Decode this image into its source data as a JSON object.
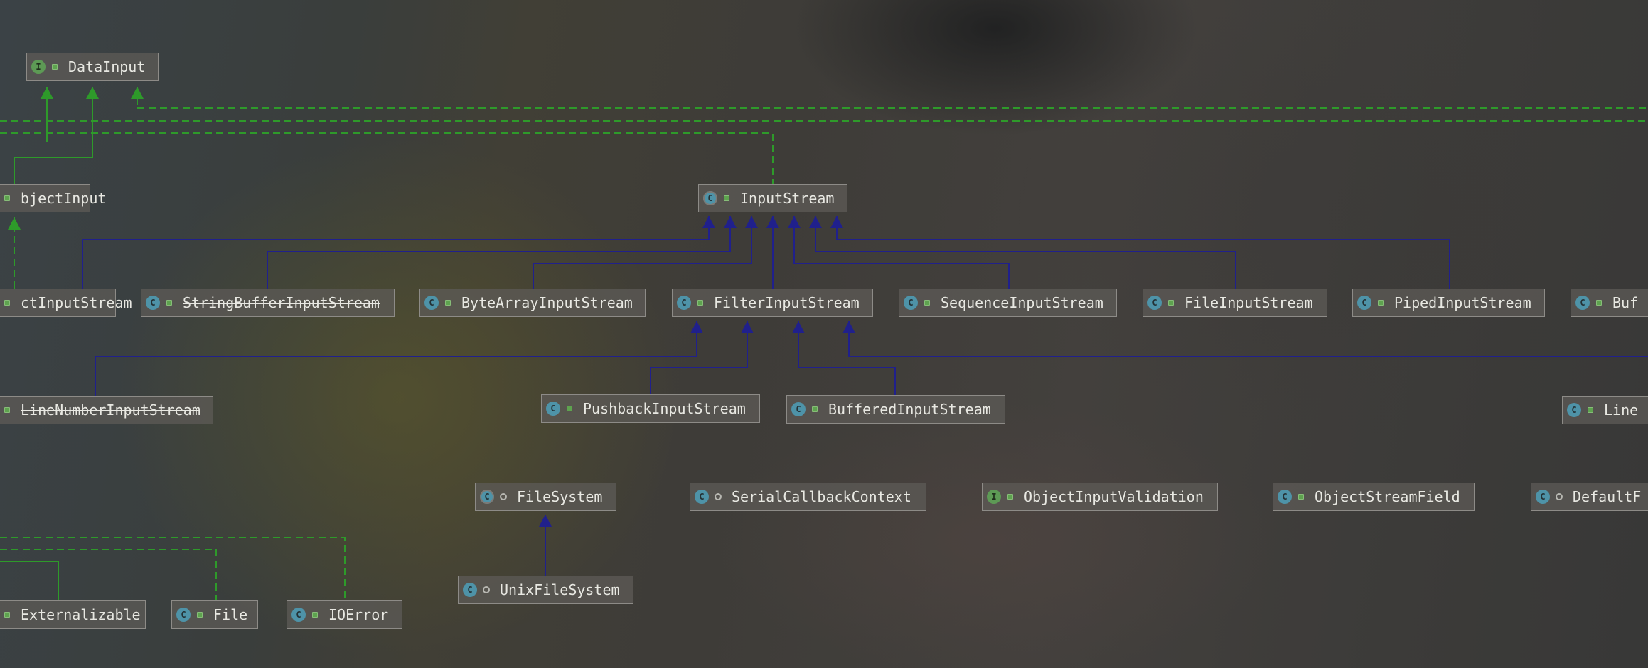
{
  "diagram": {
    "nodes": [
      {
        "id": "DataInput",
        "label": "DataInput",
        "kind": "interface",
        "kind_glyph": "I",
        "visibility": "public",
        "deprecated": false
      },
      {
        "id": "ObjectInput",
        "label": "bjectInput",
        "kind": "interface",
        "kind_glyph": "I",
        "visibility": "public",
        "deprecated": false
      },
      {
        "id": "InputStream",
        "label": "InputStream",
        "kind": "abstract",
        "kind_glyph": "C",
        "visibility": "public",
        "deprecated": false
      },
      {
        "id": "ObjectInputStream",
        "label": "ctInputStream",
        "kind": "class",
        "kind_glyph": "C",
        "visibility": "public",
        "deprecated": false
      },
      {
        "id": "StringBufferInputStream",
        "label": "StringBufferInputStream",
        "kind": "class",
        "kind_glyph": "C",
        "visibility": "public",
        "deprecated": true
      },
      {
        "id": "ByteArrayInputStream",
        "label": "ByteArrayInputStream",
        "kind": "class",
        "kind_glyph": "C",
        "visibility": "public",
        "deprecated": false
      },
      {
        "id": "FilterInputStream",
        "label": "FilterInputStream",
        "kind": "class",
        "kind_glyph": "C",
        "visibility": "public",
        "deprecated": false
      },
      {
        "id": "SequenceInputStream",
        "label": "SequenceInputStream",
        "kind": "class",
        "kind_glyph": "C",
        "visibility": "public",
        "deprecated": false
      },
      {
        "id": "FileInputStream",
        "label": "FileInputStream",
        "kind": "class",
        "kind_glyph": "C",
        "visibility": "public",
        "deprecated": false
      },
      {
        "id": "PipedInputStream",
        "label": "PipedInputStream",
        "kind": "class",
        "kind_glyph": "C",
        "visibility": "public",
        "deprecated": false
      },
      {
        "id": "BufferedPartial",
        "label": "Buf",
        "kind": "class",
        "kind_glyph": "C",
        "visibility": "public",
        "deprecated": false
      },
      {
        "id": "LineNumberInputStream",
        "label": "LineNumberInputStream",
        "kind": "class",
        "kind_glyph": "C",
        "visibility": "public",
        "deprecated": true
      },
      {
        "id": "PushbackInputStream",
        "label": "PushbackInputStream",
        "kind": "class",
        "kind_glyph": "C",
        "visibility": "public",
        "deprecated": false
      },
      {
        "id": "BufferedInputStream",
        "label": "BufferedInputStream",
        "kind": "class",
        "kind_glyph": "C",
        "visibility": "public",
        "deprecated": false
      },
      {
        "id": "LinePartial",
        "label": "Line",
        "kind": "class",
        "kind_glyph": "C",
        "visibility": "public",
        "deprecated": false
      },
      {
        "id": "FileSystem",
        "label": "FileSystem",
        "kind": "abstract",
        "kind_glyph": "C",
        "visibility": "package",
        "deprecated": false
      },
      {
        "id": "SerialCallbackContext",
        "label": "SerialCallbackContext",
        "kind": "class",
        "kind_glyph": "C",
        "visibility": "package",
        "deprecated": false
      },
      {
        "id": "ObjectInputValidation",
        "label": "ObjectInputValidation",
        "kind": "interface",
        "kind_glyph": "I",
        "visibility": "public",
        "deprecated": false
      },
      {
        "id": "ObjectStreamField",
        "label": "ObjectStreamField",
        "kind": "class",
        "kind_glyph": "C",
        "visibility": "public",
        "deprecated": false
      },
      {
        "id": "DefaultPartial",
        "label": "DefaultF",
        "kind": "class",
        "kind_glyph": "C",
        "visibility": "package",
        "deprecated": false
      },
      {
        "id": "UnixFileSystem",
        "label": "UnixFileSystem",
        "kind": "class",
        "kind_glyph": "C",
        "visibility": "package",
        "deprecated": false
      },
      {
        "id": "Externalizable",
        "label": "Externalizable",
        "kind": "interface",
        "kind_glyph": "I",
        "visibility": "public",
        "deprecated": false
      },
      {
        "id": "File",
        "label": "File",
        "kind": "class",
        "kind_glyph": "C",
        "visibility": "public",
        "deprecated": false
      },
      {
        "id": "IOError",
        "label": "IOError",
        "kind": "class",
        "kind_glyph": "C",
        "visibility": "public",
        "deprecated": false
      }
    ],
    "colors": {
      "extends_edge": "#20208c",
      "implements_edge": "#2e9a2a"
    }
  }
}
